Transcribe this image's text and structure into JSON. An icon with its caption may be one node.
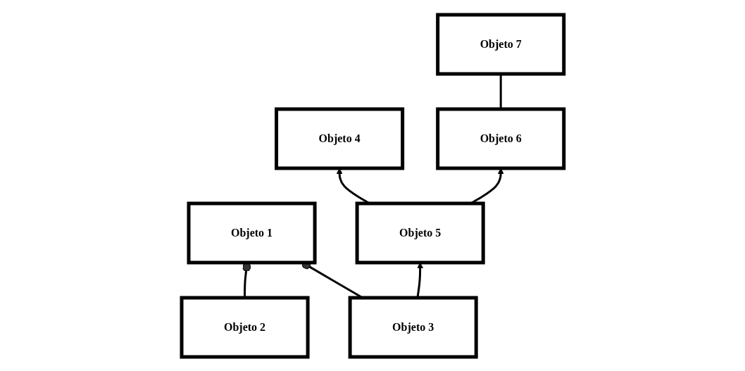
{
  "diagram": {
    "nodes": [
      {
        "text": [
          "Objeto 1"
        ]
      },
      {
        "text": [
          "Objeto 2"
        ]
      },
      {
        "text": [
          "Objeto 3"
        ]
      },
      {
        "text": [
          "Objeto 4"
        ]
      },
      {
        "text": [
          "Objeto 5"
        ]
      },
      {
        "text": [
          "Objeto 6"
        ]
      },
      {
        "text": [
          "Objeto 7"
        ]
      }
    ],
    "edges": [
      {
        "from": 1,
        "to": 0,
        "arrow": "other"
      },
      {
        "from": 2,
        "to": 0,
        "arrow": "other"
      },
      {
        "from": 2,
        "to": 4,
        "arrow": "to"
      },
      {
        "from": 4,
        "to": 3,
        "arrow": "to"
      },
      {
        "from": 4,
        "to": 5,
        "arrow": "to"
      },
      {
        "from": 5,
        "to": 6,
        "arrow": "none"
      }
    ]
  }
}
